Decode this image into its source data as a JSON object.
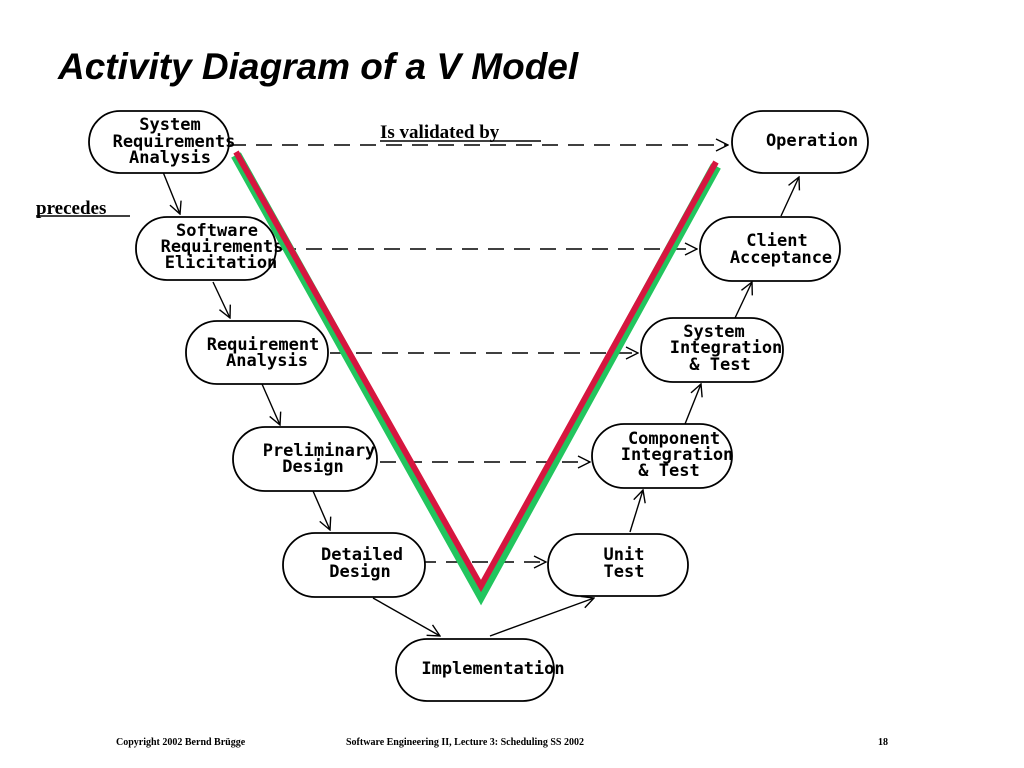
{
  "title": "Activity Diagram of a V Model",
  "labels": {
    "validated": "Is validated by",
    "precedes": "precedes"
  },
  "nodes": {
    "sys_req": [
      "System",
      "Requirements",
      "Analysis"
    ],
    "sw_req": [
      "Software",
      "Requirements",
      "Elicitation"
    ],
    "req_analysis": [
      "Requirement",
      "Analysis"
    ],
    "prelim": [
      "Preliminary",
      "Design"
    ],
    "detailed": [
      "Detailed",
      "Design"
    ],
    "impl": [
      "Implementation"
    ],
    "unit": [
      "Unit",
      "Test"
    ],
    "comp": [
      "Component",
      "Integration",
      "& Test"
    ],
    "sysint": [
      "System",
      "Integration",
      "& Test"
    ],
    "client": [
      "Client",
      "Acceptance"
    ],
    "operation": [
      "Operation"
    ]
  },
  "colors": {
    "v_outer": "#22c55e",
    "v_inner": "#d6163f"
  },
  "footer": {
    "copyright": "Copyright  2002  Bernd Brügge",
    "course": "Software  Engineering II, Lecture 3: Scheduling  SS 2002",
    "page": "18"
  }
}
